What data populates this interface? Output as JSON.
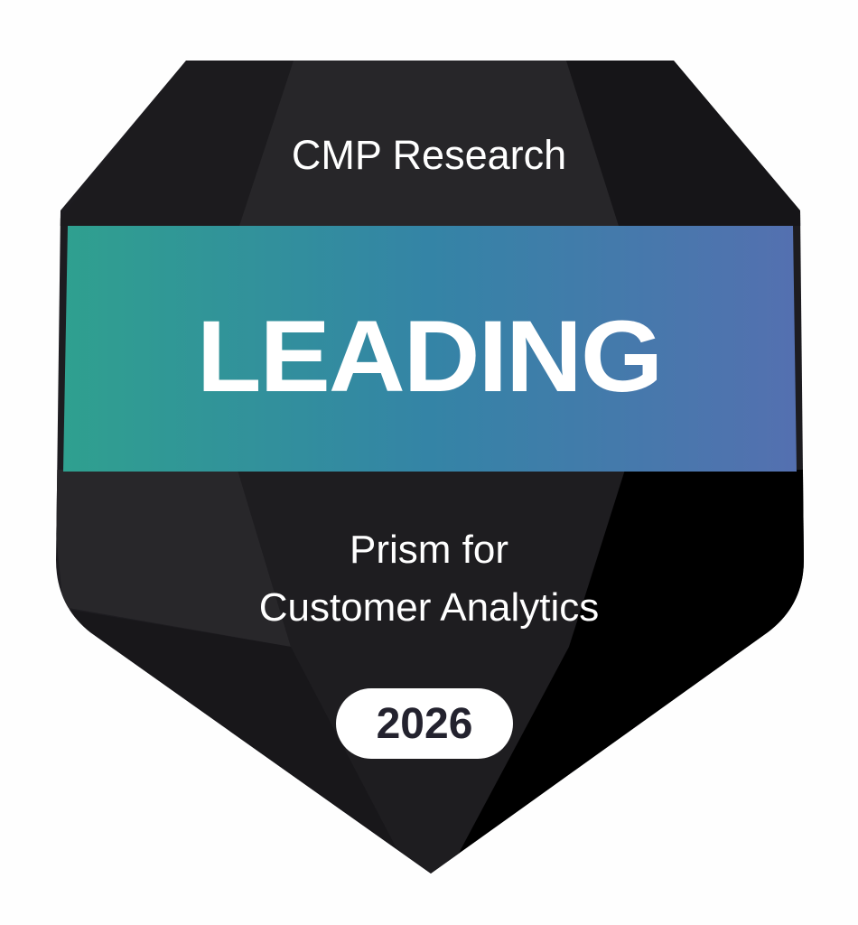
{
  "badge": {
    "organization": "CMP Research",
    "tier": "LEADING",
    "product_line1": "Prism for",
    "product_line2": "Customer Analytics",
    "year": "2026"
  },
  "colors": {
    "banner_start": "#2fa08f",
    "banner_end": "#5470b0",
    "badge_dark": "#1c1b1f",
    "year_text": "#23222e"
  }
}
